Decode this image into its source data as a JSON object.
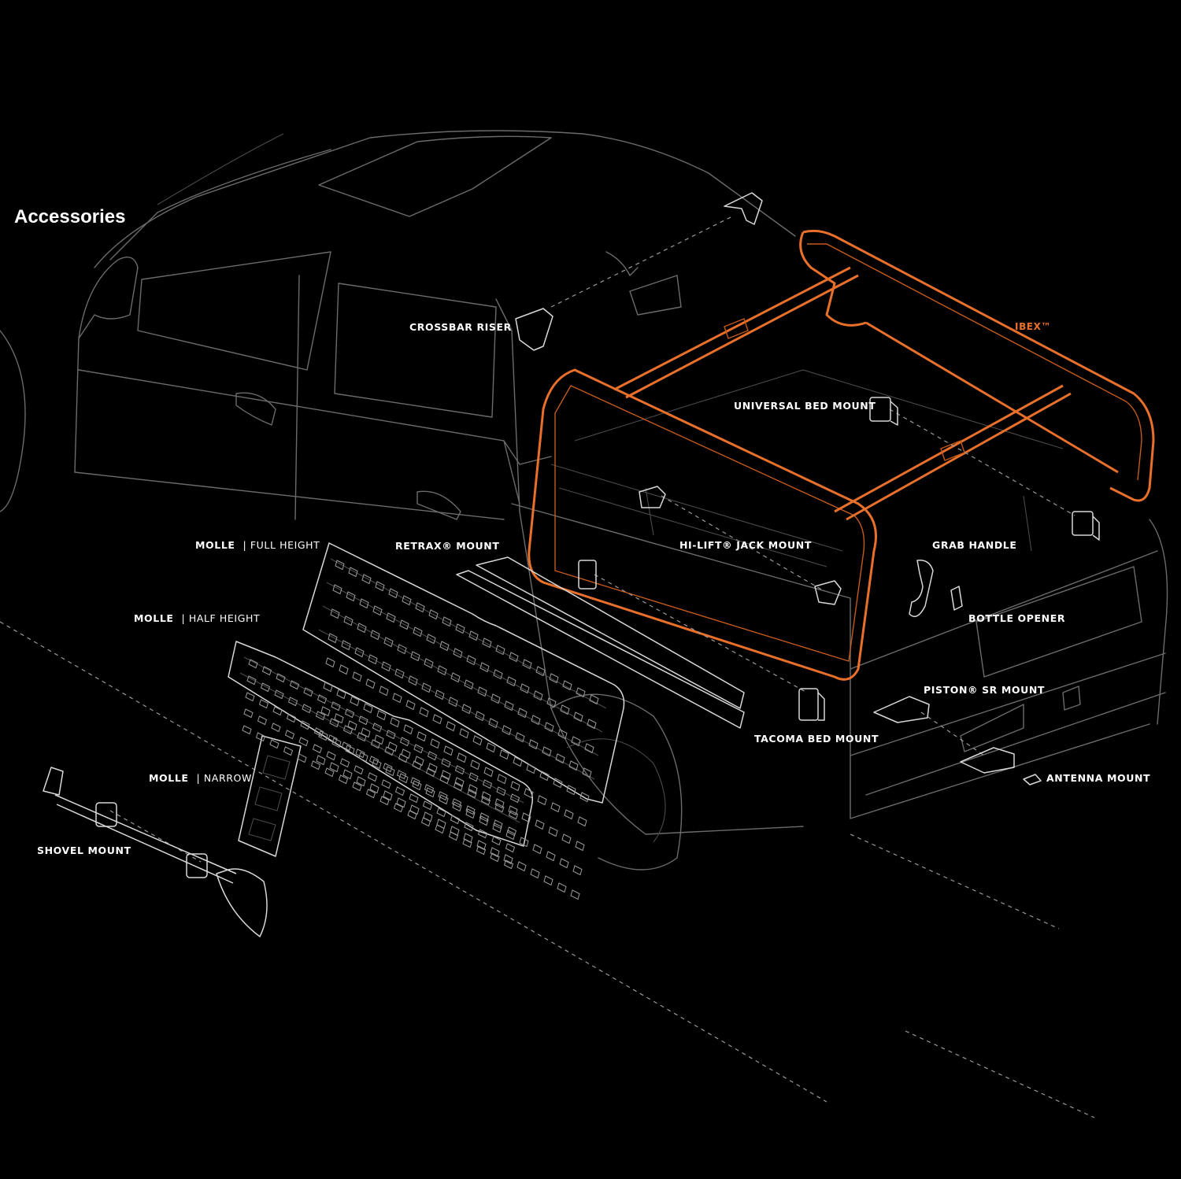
{
  "page_title": "Accessories",
  "accent_color": "#e8702a",
  "labels": {
    "ibex": "IBEX™",
    "crossbar_riser": "CROSSBAR RISER",
    "universal_bed_mount": "UNIVERSAL BED MOUNT",
    "molle_full_main": "MOLLE",
    "molle_full_sub": "| FULL HEIGHT",
    "retrax_mount": "RETRAX® MOUNT",
    "hilift_jack_mount": "HI-LIFT® JACK MOUNT",
    "grab_handle": "GRAB HANDLE",
    "molle_half_main": "MOLLE",
    "molle_half_sub": "| HALF HEIGHT",
    "bottle_opener": "BOTTLE OPENER",
    "piston_sr_mount": "PISTON® SR MOUNT",
    "tacoma_bed_mount": "TACOMA BED MOUNT",
    "molle_narrow_main": "MOLLE",
    "molle_narrow_sub": "| NARROW",
    "antenna_mount": "ANTENNA MOUNT",
    "shovel_mount": "SHOVEL MOUNT"
  }
}
